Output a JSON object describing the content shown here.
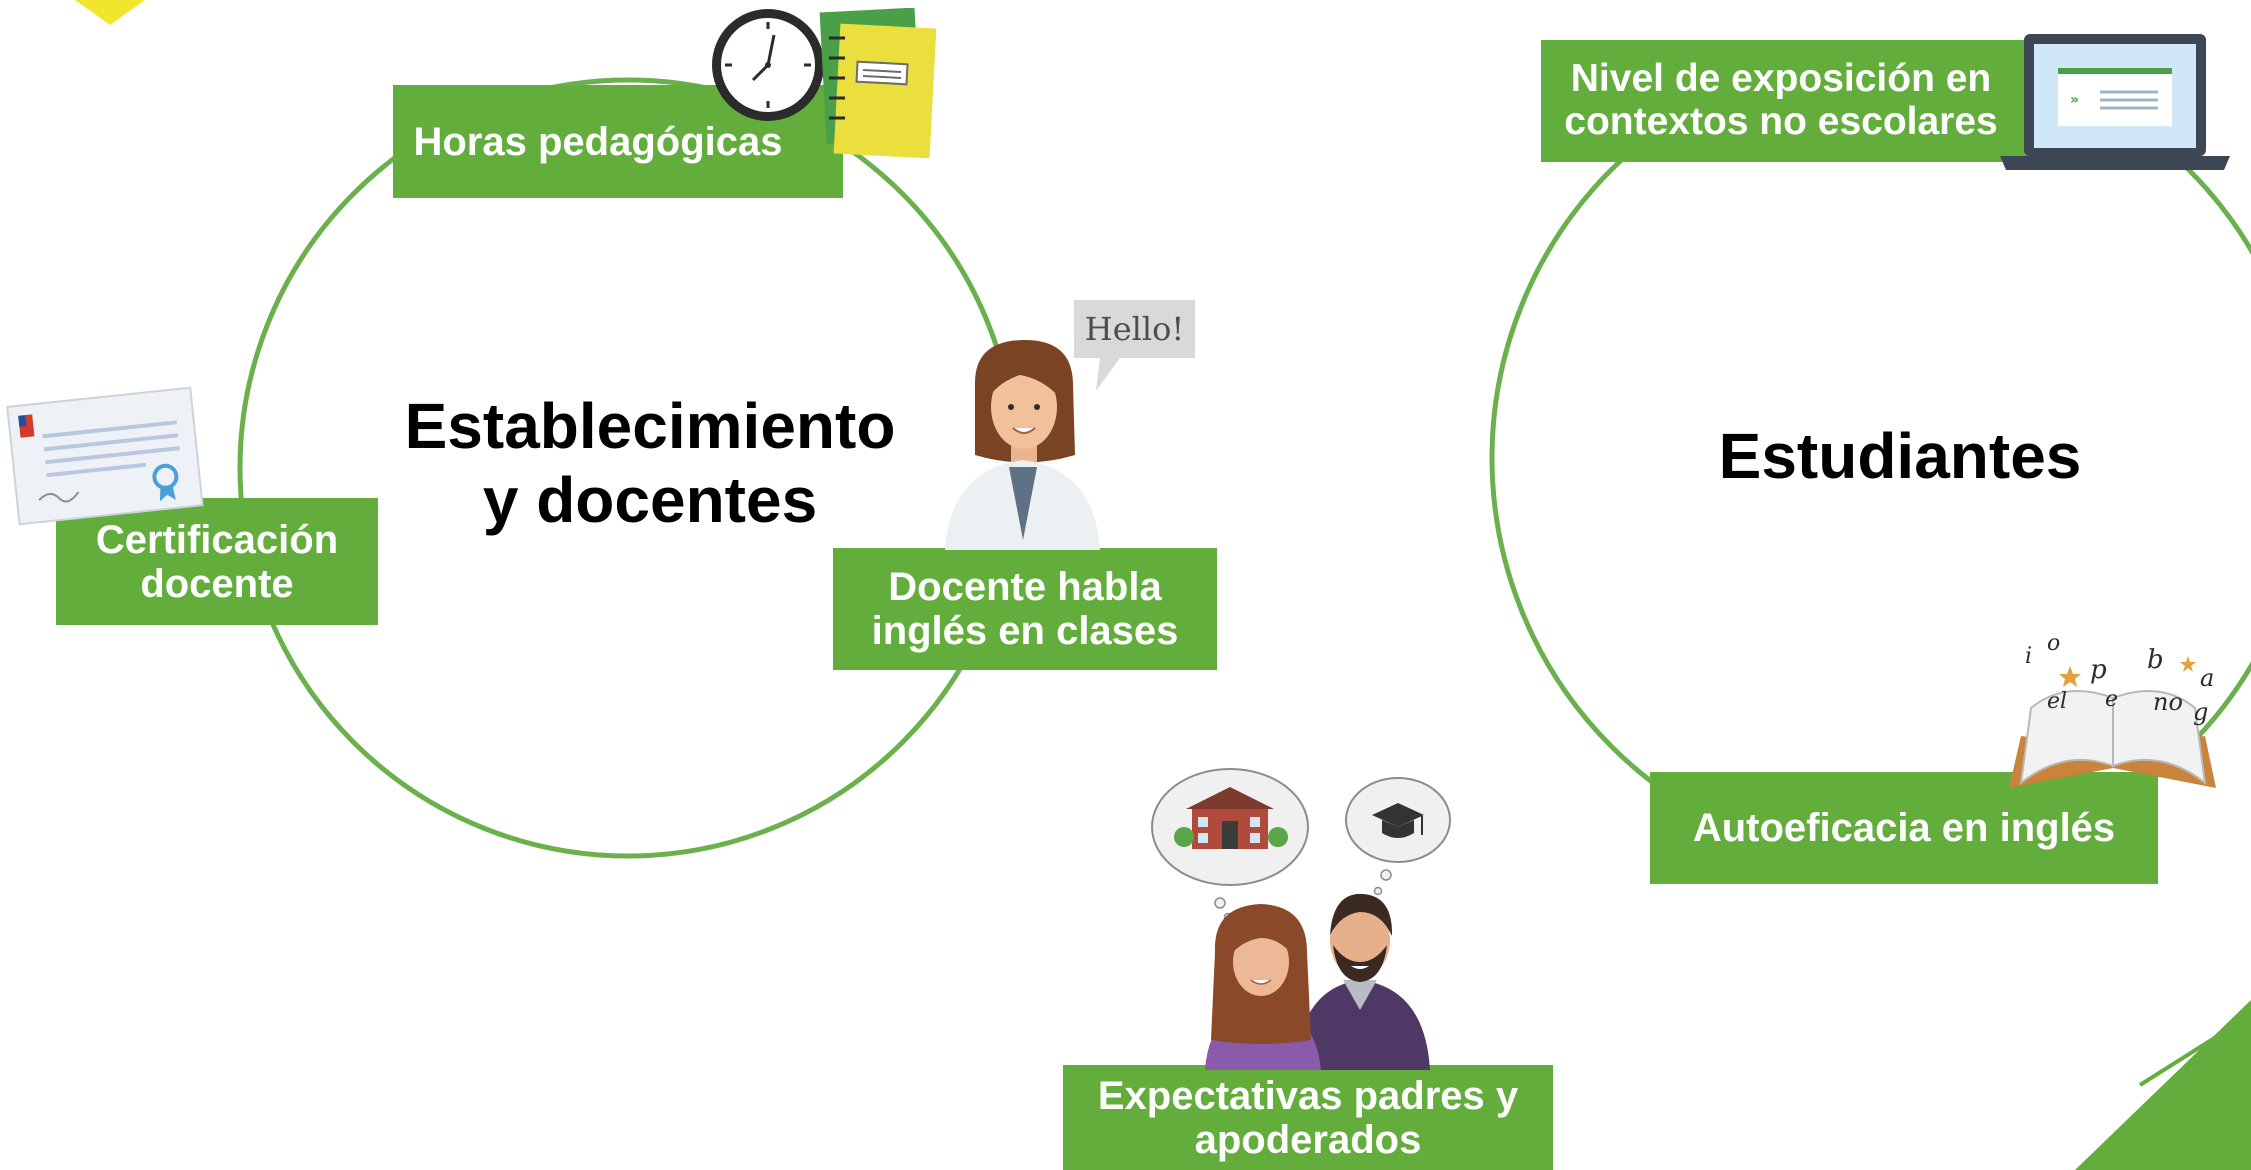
{
  "colors": {
    "accent_green": "#63ad3d",
    "circle_stroke": "#6ab04c",
    "corner_yellow": "#f2e62c",
    "text_dark": "#000000",
    "label_text": "#ffffff"
  },
  "left_cluster": {
    "title": "Establecimiento\ny docentes",
    "labels": {
      "horas": "Horas pedagógicas",
      "certificacion": "Certificación\ndocente",
      "docente_habla": "Docente habla\ninglés en clases"
    },
    "speech_bubble": "Hello!"
  },
  "right_cluster": {
    "title": "Estudiantes",
    "labels": {
      "nivel": "Nivel de exposición en\ncontextos no escolares",
      "autoeficacia": "Autoeficacia en inglés"
    },
    "book_letters": [
      "i",
      "o",
      "p",
      "b",
      "a",
      "el",
      "e",
      "no",
      "g"
    ]
  },
  "bottom": {
    "label": "Expectativas padres y\napoderados"
  },
  "icons": [
    "clock-icon",
    "notebook-icon",
    "certificate-icon",
    "teacher-icon",
    "speech-bubble-icon",
    "laptop-icon",
    "open-book-icon",
    "school-thought-icon",
    "graduation-cap-icon",
    "parents-icon"
  ]
}
